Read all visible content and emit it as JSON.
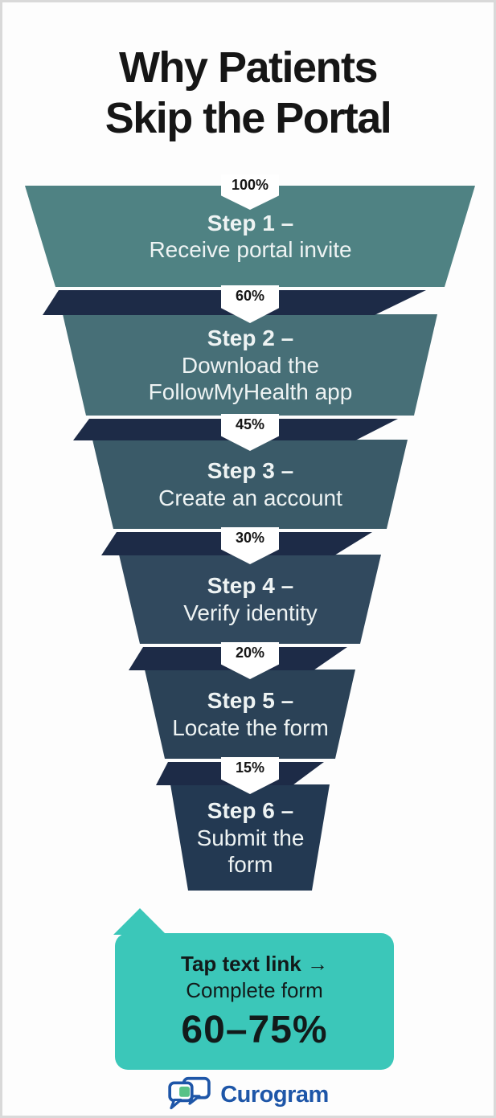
{
  "title": {
    "line1": "Why Patients",
    "line2": "Skip the Portal"
  },
  "funnel": {
    "band_color": "#1d2b47",
    "steps": [
      {
        "percent": "100%",
        "label": "Step 1 –",
        "desc": "Receive portal invite",
        "color": "#4f8283"
      },
      {
        "percent": "60%",
        "label": "Step 2 –",
        "desc": "Download the FollowMyHealth app",
        "color": "#476f77"
      },
      {
        "percent": "45%",
        "label": "Step 3 –",
        "desc": "Create an account",
        "color": "#3a5a68"
      },
      {
        "percent": "30%",
        "label": "Step 4 –",
        "desc": "Verify identity",
        "color": "#31495e"
      },
      {
        "percent": "20%",
        "label": "Step 5 –",
        "desc": "Locate the form",
        "color": "#2b4257"
      },
      {
        "percent": "15%",
        "label": "Step 6 –",
        "desc": "Submit the form",
        "color": "#233952"
      }
    ]
  },
  "callout": {
    "line1": "Tap text link →",
    "line2": "Complete form",
    "value": "60–75%",
    "bg_color": "#3bc7b9"
  },
  "logo": {
    "text": "Curogram",
    "blue": "#1e56a8",
    "green": "#57c287"
  },
  "chart_data": {
    "type": "funnel",
    "title": "Why Patients Skip the Portal",
    "categories": [
      "Step 1 – Receive portal invite",
      "Step 2 – Download the FollowMyHealth app",
      "Step 3 – Create an account",
      "Step 4 – Verify identity",
      "Step 5 – Locate the form",
      "Step 6 – Submit the form"
    ],
    "values": [
      100,
      60,
      45,
      30,
      20,
      15
    ],
    "unit": "%",
    "annotation": "Tap text link → Complete form 60–75%",
    "brand": "Curogram"
  }
}
